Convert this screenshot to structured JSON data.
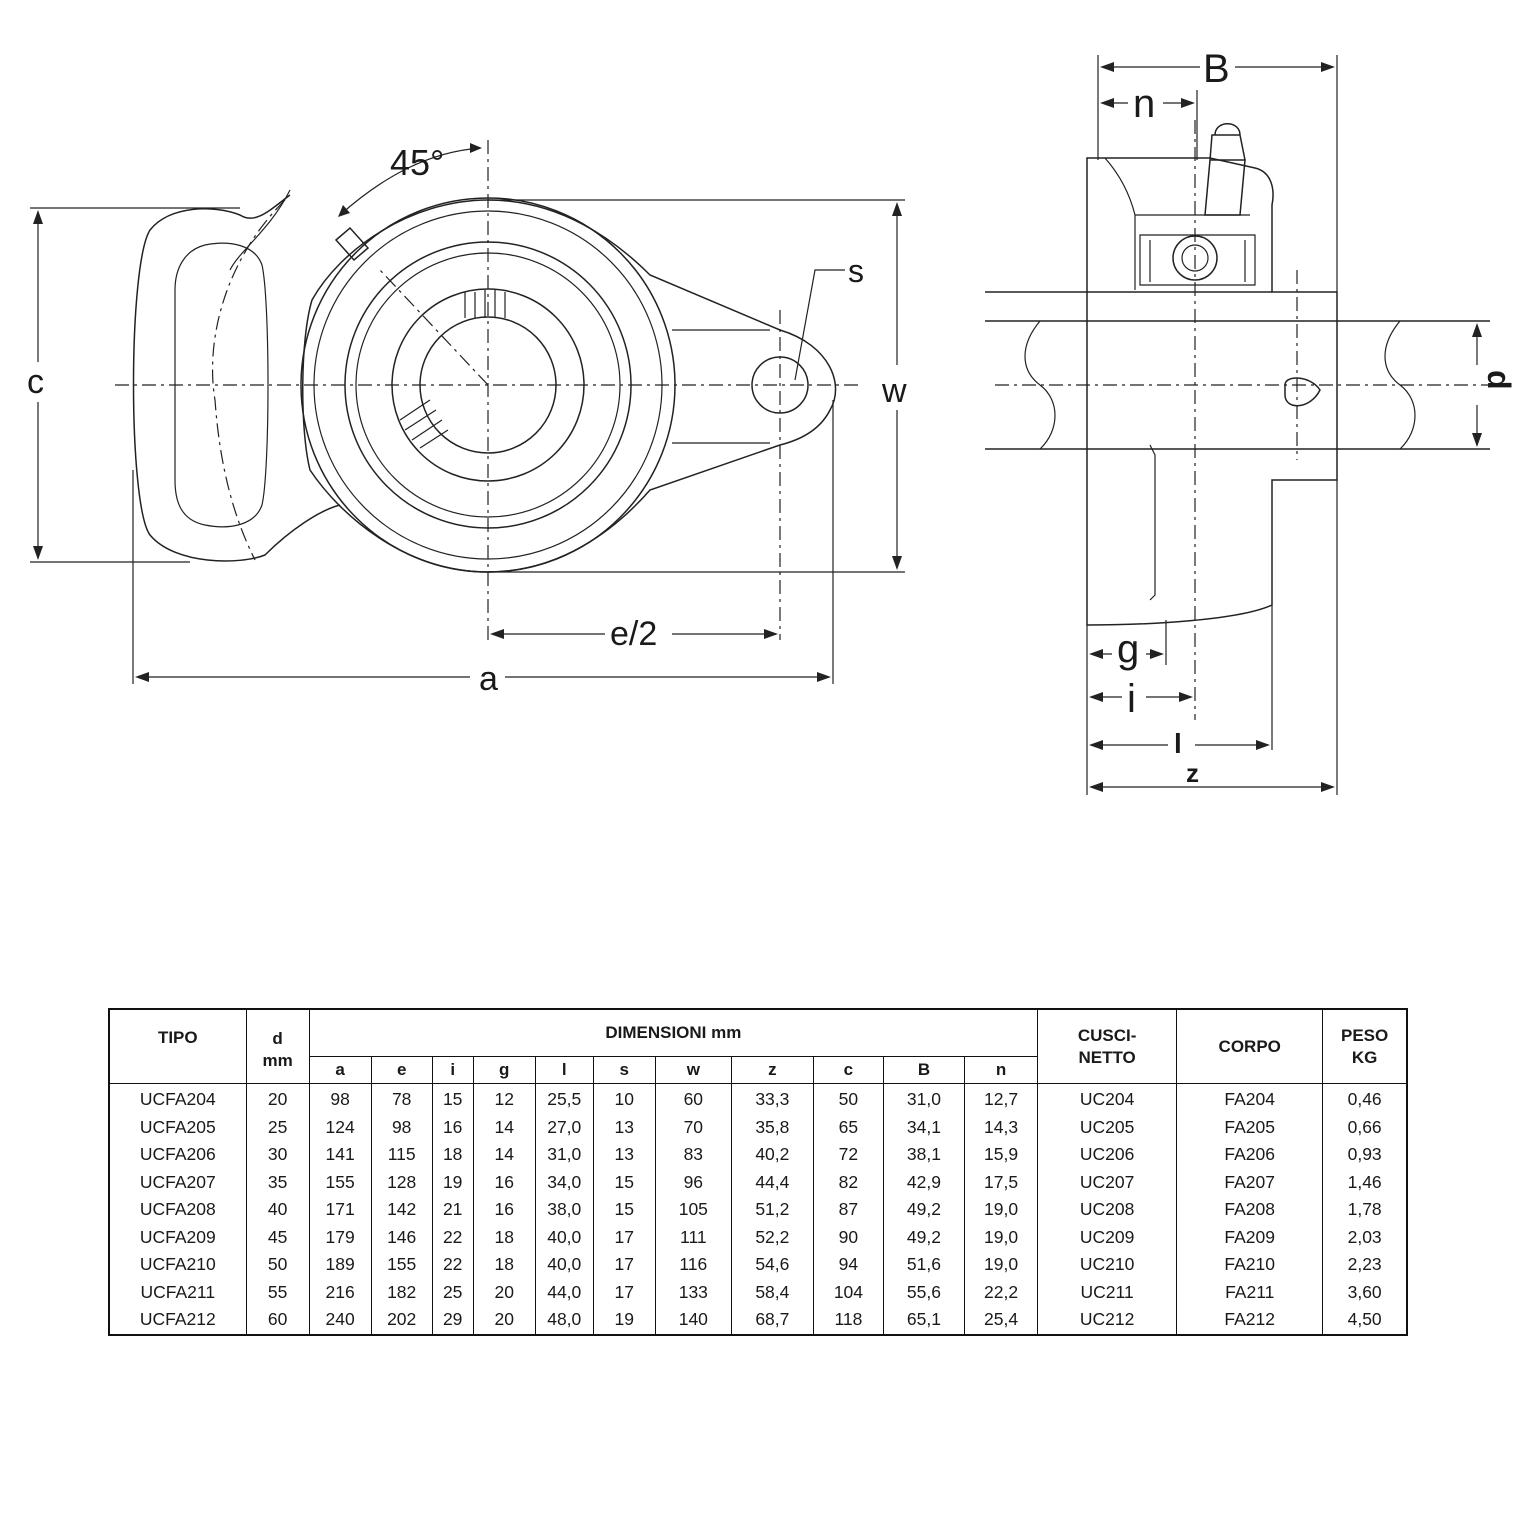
{
  "drawing": {
    "front_view": {
      "angle_label": "45°",
      "labels": {
        "c": "c",
        "w": "w",
        "s": "s",
        "e_half": "e/2",
        "a": "a"
      }
    },
    "side_view": {
      "labels": {
        "B": "B",
        "n": "n",
        "d": "d",
        "g": "g",
        "i": "i",
        "l": "l",
        "z": "z"
      }
    }
  },
  "table": {
    "headers": {
      "tipo": "TIPO",
      "d_line1": "d",
      "d_line2": "mm",
      "dimensioni": "DIMENSIONI mm",
      "cuscinetto_line1": "CUSCI-",
      "cuscinetto_line2": "NETTO",
      "corpo": "CORPO",
      "peso_line1": "PESO",
      "peso_line2": "KG"
    },
    "dim_columns": [
      "a",
      "e",
      "i",
      "g",
      "l",
      "s",
      "w",
      "z",
      "c",
      "B",
      "n"
    ],
    "rows": [
      [
        "UCFA204",
        "20",
        "98",
        "78",
        "15",
        "12",
        "25,5",
        "10",
        "60",
        "33,3",
        "50",
        "31,0",
        "12,7",
        "UC204",
        "FA204",
        "0,46"
      ],
      [
        "UCFA205",
        "25",
        "124",
        "98",
        "16",
        "14",
        "27,0",
        "13",
        "70",
        "35,8",
        "65",
        "34,1",
        "14,3",
        "UC205",
        "FA205",
        "0,66"
      ],
      [
        "UCFA206",
        "30",
        "141",
        "115",
        "18",
        "14",
        "31,0",
        "13",
        "83",
        "40,2",
        "72",
        "38,1",
        "15,9",
        "UC206",
        "FA206",
        "0,93"
      ],
      [
        "UCFA207",
        "35",
        "155",
        "128",
        "19",
        "16",
        "34,0",
        "15",
        "96",
        "44,4",
        "82",
        "42,9",
        "17,5",
        "UC207",
        "FA207",
        "1,46"
      ],
      [
        "UCFA208",
        "40",
        "171",
        "142",
        "21",
        "16",
        "38,0",
        "15",
        "105",
        "51,2",
        "87",
        "49,2",
        "19,0",
        "UC208",
        "FA208",
        "1,78"
      ],
      [
        "UCFA209",
        "45",
        "179",
        "146",
        "22",
        "18",
        "40,0",
        "17",
        "111",
        "52,2",
        "90",
        "49,2",
        "19,0",
        "UC209",
        "FA209",
        "2,03"
      ],
      [
        "UCFA210",
        "50",
        "189",
        "155",
        "22",
        "18",
        "40,0",
        "17",
        "116",
        "54,6",
        "94",
        "51,6",
        "19,0",
        "UC210",
        "FA210",
        "2,23"
      ],
      [
        "UCFA211",
        "55",
        "216",
        "182",
        "25",
        "20",
        "44,0",
        "17",
        "133",
        "58,4",
        "104",
        "55,6",
        "22,2",
        "UC211",
        "FA211",
        "3,60"
      ],
      [
        "UCFA212",
        "60",
        "240",
        "202",
        "29",
        "20",
        "48,0",
        "19",
        "140",
        "68,7",
        "118",
        "65,1",
        "25,4",
        "UC212",
        "FA212",
        "4,50"
      ]
    ]
  }
}
